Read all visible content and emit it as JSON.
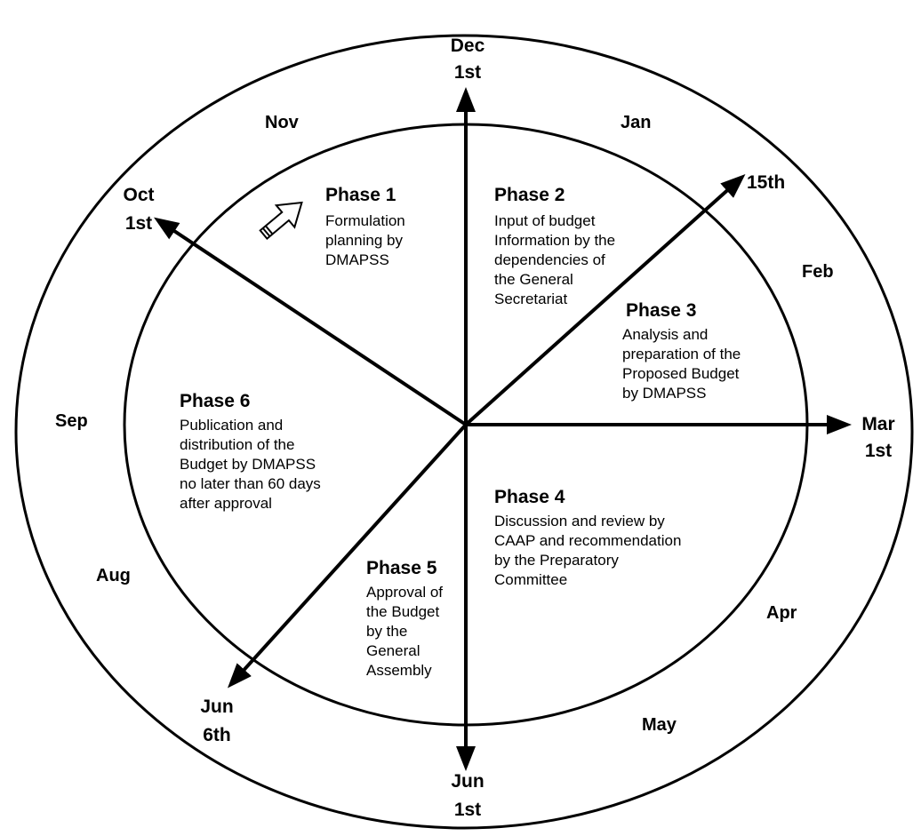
{
  "colors": {
    "stroke": "#000000",
    "background": "#ffffff"
  },
  "months": {
    "nov": "Nov",
    "jan": "Jan",
    "feb": "Feb",
    "sep": "Sep",
    "aug": "Aug",
    "apr": "Apr",
    "may": "May"
  },
  "dates": {
    "dec": {
      "line1": "Dec",
      "line2": "1st"
    },
    "oct": {
      "line1": "Oct",
      "line2": "1st"
    },
    "feb15": {
      "line1": "15th"
    },
    "mar": {
      "line1": "Mar",
      "line2": "1st"
    },
    "jun6": {
      "line1": "Jun",
      "line2": "6th"
    },
    "jun1": {
      "line1": "Jun",
      "line2": "1st"
    }
  },
  "phases": [
    {
      "title": "Phase 1",
      "lines": [
        "Formulation",
        "planning by",
        "DMAPSS"
      ]
    },
    {
      "title": "Phase 2",
      "lines": [
        "Input of budget",
        "Information by the",
        "dependencies of",
        "the General",
        "Secretariat"
      ]
    },
    {
      "title": "Phase 3",
      "lines": [
        "Analysis and",
        "preparation of the",
        "Proposed Budget",
        "by DMAPSS"
      ]
    },
    {
      "title": "Phase 4",
      "lines": [
        "Discussion and review by",
        "CAAP and recommendation",
        "by the Preparatory",
        "Committee"
      ]
    },
    {
      "title": "Phase 5",
      "lines": [
        "Approval of",
        "the Budget",
        "by the",
        "General",
        "Assembly"
      ]
    },
    {
      "title": "Phase 6",
      "lines": [
        "Publication and",
        "distribution of the",
        "Budget by DMAPSS",
        "no later than 60 days",
        "after approval"
      ]
    }
  ],
  "start_indicator_icon": "outline-arrow-icon"
}
